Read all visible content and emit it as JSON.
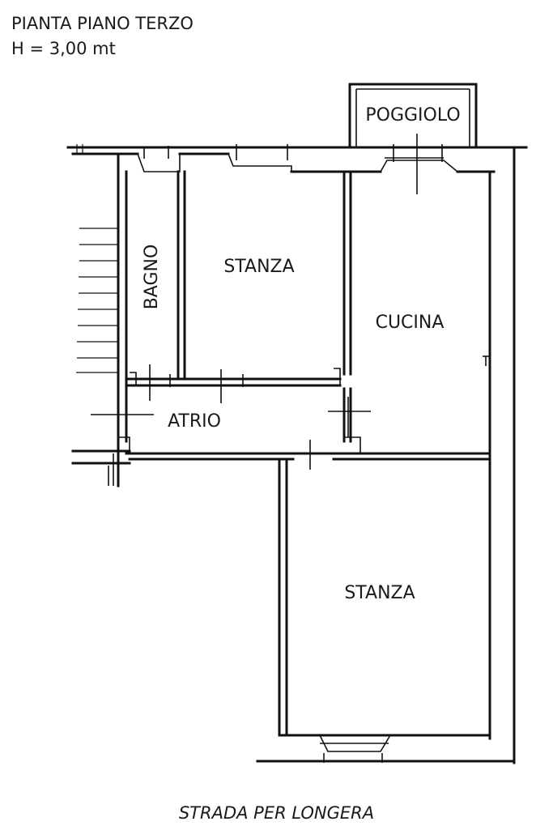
{
  "header": {
    "title": "PIANTA PIANO TERZO",
    "height_note": "H = 3,00 mt"
  },
  "rooms": {
    "poggiolo": "POGGIOLO",
    "bagno": "BAGNO",
    "stanza_upper": "STANZA",
    "cucina": "CUCINA",
    "atrio": "ATRIO",
    "stanza_lower": "STANZA"
  },
  "footer": {
    "street": "STRADA PER LONGERA"
  }
}
